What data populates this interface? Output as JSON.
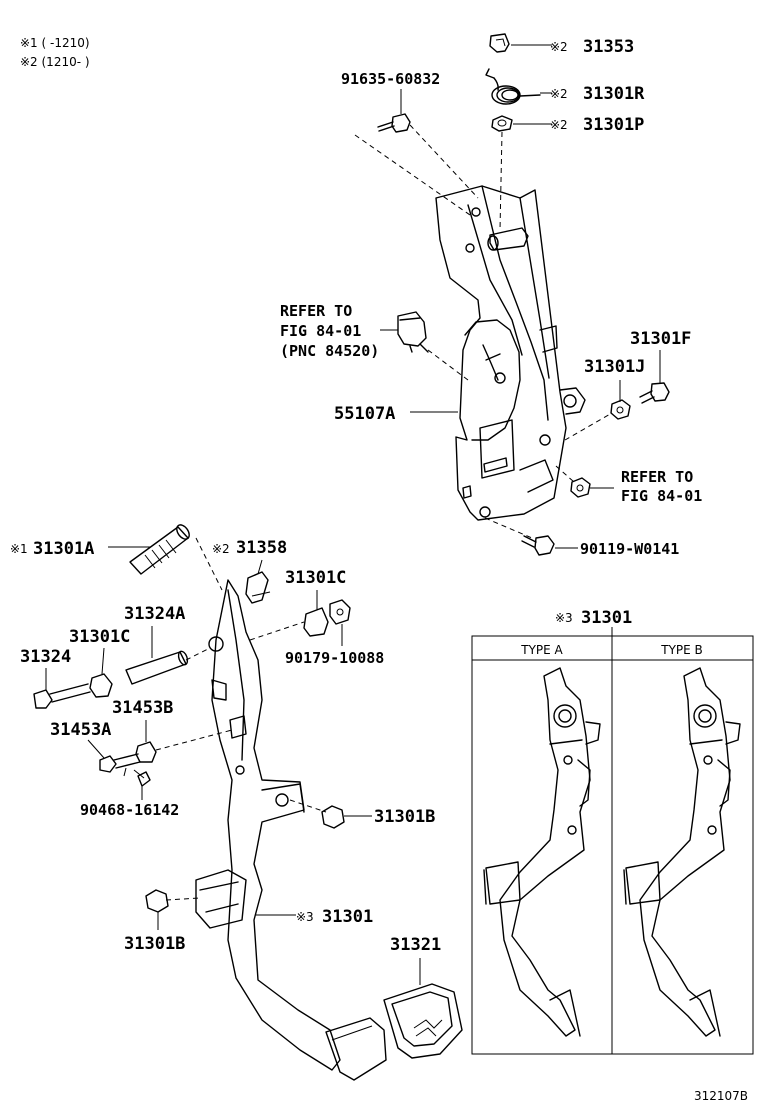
{
  "notes": {
    "n1": "※1 (      -1210)",
    "n2": "※2 (1210-        )"
  },
  "callouts": {
    "p31353": {
      "mark": "※2",
      "number": "31353"
    },
    "p31301R": {
      "mark": "※2",
      "number": "31301R"
    },
    "p31301P": {
      "mark": "※2",
      "number": "31301P"
    },
    "p91635": {
      "number": "91635-60832"
    },
    "refer_sensor": {
      "line1": "REFER TO",
      "line2": "FIG 84-01",
      "line3": "(PNC 84520)"
    },
    "p31301F": {
      "number": "31301F"
    },
    "p31301J": {
      "number": "31301J"
    },
    "p55107A": {
      "number": "55107A"
    },
    "refer_nut": {
      "line1": "REFER TO",
      "line2": "FIG 84-01"
    },
    "p90119": {
      "number": "90119-W0141"
    },
    "p31301A": {
      "mark": "※1",
      "number": "31301A"
    },
    "p31358": {
      "mark": "※2",
      "number": "31358"
    },
    "p31301C_r": {
      "number": "31301C"
    },
    "p31324A": {
      "number": "31324A"
    },
    "p31301C_l": {
      "number": "31301C"
    },
    "p31324": {
      "number": "31324"
    },
    "p90179": {
      "number": "90179-10088"
    },
    "p31453B": {
      "number": "31453B"
    },
    "p31453A": {
      "number": "31453A"
    },
    "p90468": {
      "number": "90468-16142"
    },
    "p31301B_r": {
      "number": "31301B"
    },
    "p31301_main": {
      "mark": "※3",
      "number": "31301"
    },
    "p31301B_l": {
      "number": "31301B"
    },
    "p31321": {
      "number": "31321"
    },
    "p31301_inset": {
      "mark": "※3",
      "number": "31301"
    }
  },
  "inset": {
    "type_a": "TYPE A",
    "type_b": "TYPE B"
  },
  "figure_id": "312107B"
}
